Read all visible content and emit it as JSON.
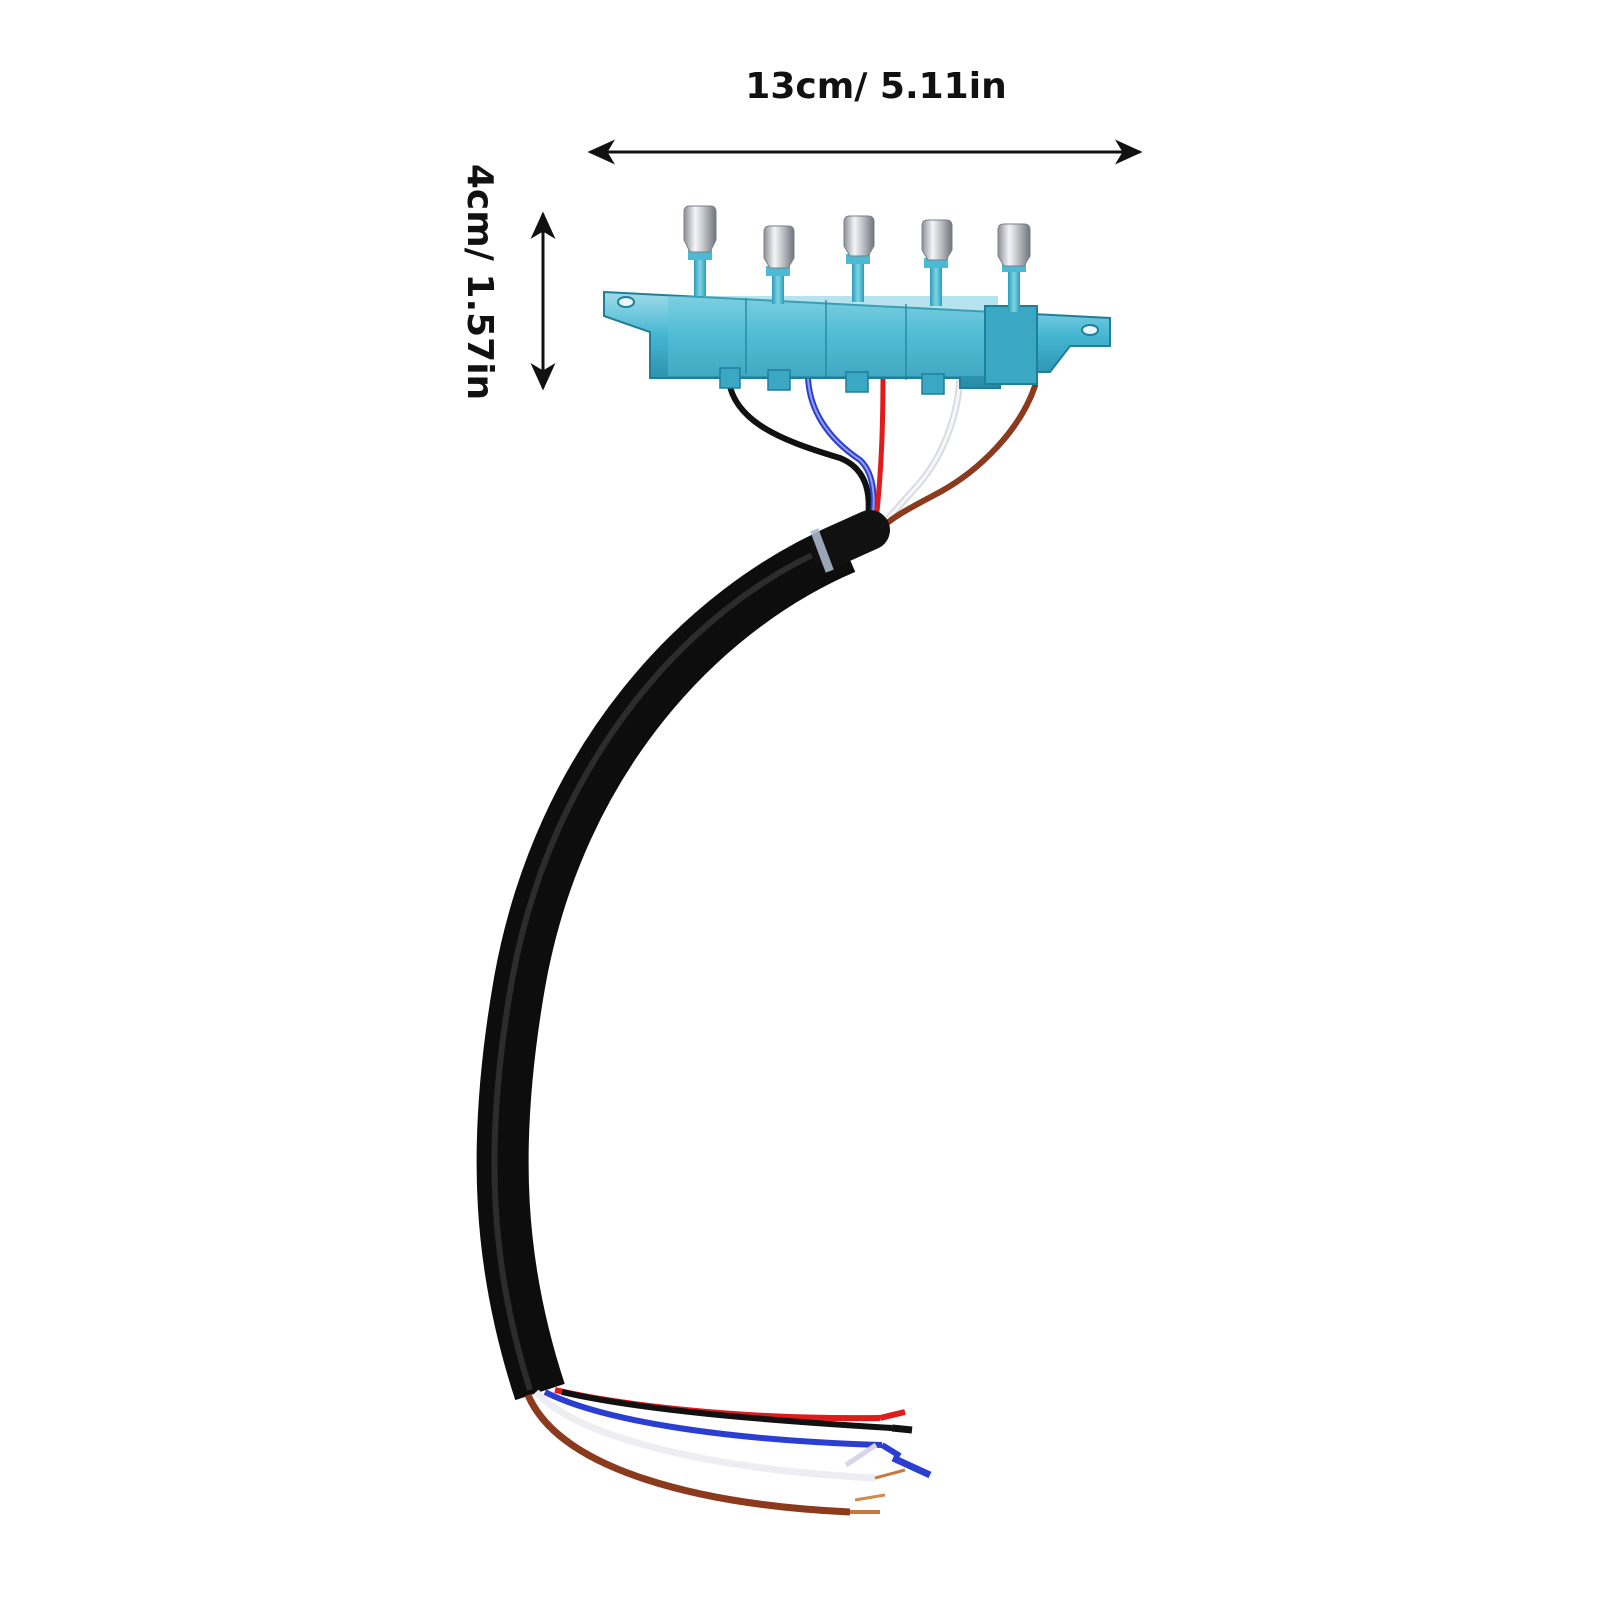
{
  "dimensions": {
    "width_label": "13cm/ 5.11in",
    "height_label": "4cm/ 1.57in"
  },
  "product": {
    "button_count": 5
  },
  "colors": {
    "background": "#ffffff",
    "housing": "#3fb4cf",
    "housing_dark": "#2a93b0",
    "housing_light": "#8fd6e6",
    "cable_jacket": "#141414",
    "wire_black": "#111111",
    "wire_blue": "#2a3fd1",
    "wire_red": "#e01b1b",
    "wire_white": "#ededf2",
    "wire_brown": "#8b3a1d",
    "chrome": "#c9ccd1",
    "arrow": "#111111"
  }
}
